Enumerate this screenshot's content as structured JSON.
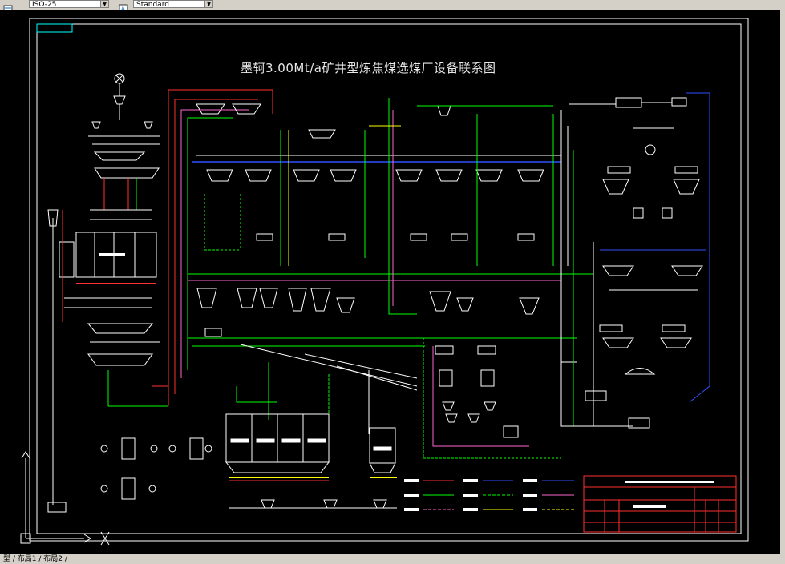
{
  "toolbar": {
    "linetype_value": "ISO-25",
    "style_value": "Standard"
  },
  "drawing": {
    "title": "墨轲3.00Mt/a矿井型炼焦煤选煤厂设备联系图"
  },
  "layout_tabs": {
    "text": "型 / 布局1 / 布局2 /"
  },
  "colors": {
    "background": "#000000",
    "frame": "#ffffff",
    "inner_frame": "#00ffff",
    "red": "#ff3030",
    "green": "#00ff00",
    "yellow": "#ffff00",
    "magenta": "#ff66cc",
    "blue": "#3050ff",
    "white": "#ffffff"
  },
  "icons": {
    "ucs": "ucs-axis-icon",
    "toolbar_icon": "dimension-style-icon"
  }
}
